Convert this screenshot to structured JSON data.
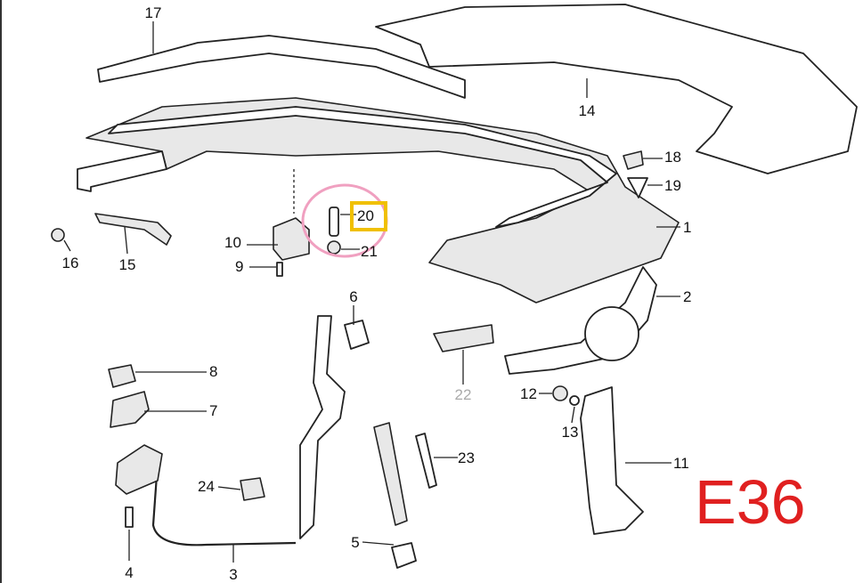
{
  "diagram": {
    "watermark": "E36",
    "highlighted_part": "20",
    "highlight_color": "#f0c000",
    "circle_color": "#f0a0c0",
    "watermark_color": "#e02020",
    "labels": {
      "p1": "1",
      "p2": "2",
      "p3": "3",
      "p4": "4",
      "p5": "5",
      "p6": "6",
      "p7": "7",
      "p8": "8",
      "p9": "9",
      "p10": "10",
      "p11": "11",
      "p12": "12",
      "p13": "13",
      "p14": "14",
      "p15": "15",
      "p16": "16",
      "p17": "17",
      "p18": "18",
      "p19": "19",
      "p20": "20",
      "p21": "21",
      "p22": "22",
      "p23": "23",
      "p24": "24"
    }
  }
}
